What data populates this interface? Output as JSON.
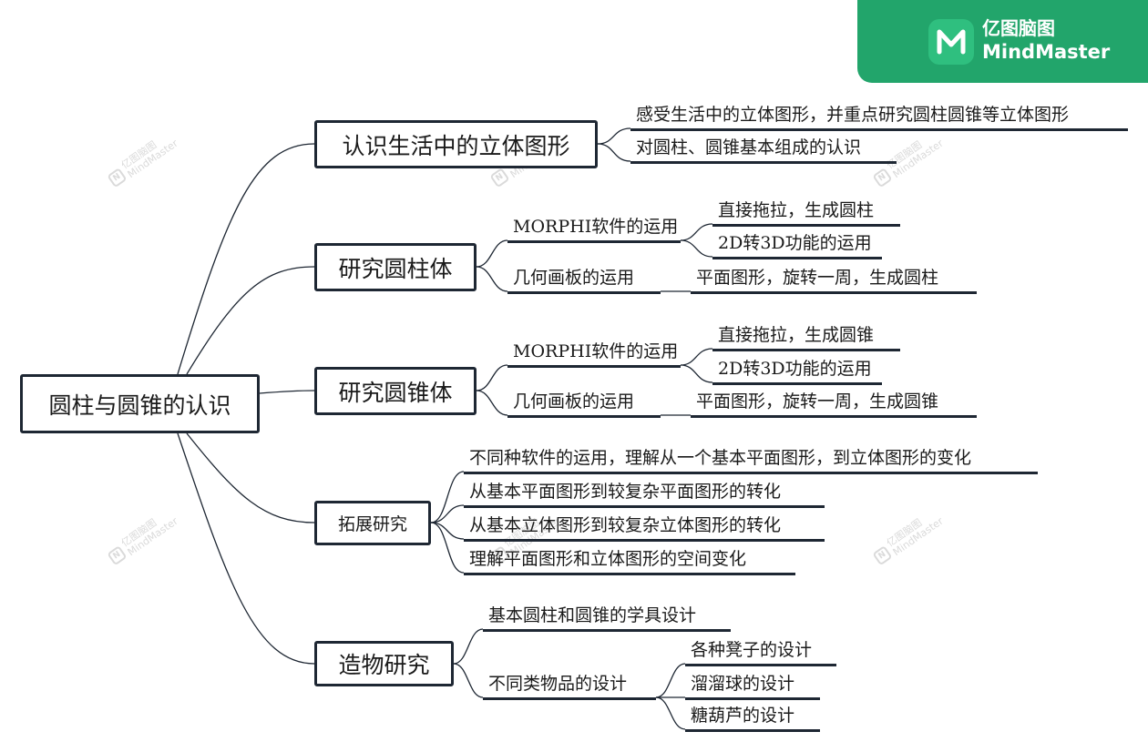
{
  "brand": {
    "name_cn": "亿图脑图",
    "name_en": "MindMaster",
    "color": "#22a56b",
    "icon": "mindmaster-logo-icon"
  },
  "watermark": {
    "line1": "亿图脑图",
    "line2": "MindMaster"
  },
  "mindmap": {
    "root": "圆柱与圆锥的认识",
    "branches": [
      {
        "label": "认识生活中的立体图形",
        "children": [
          "感受生活中的立体图形，并重点研究圆柱圆锥等立体图形",
          "对圆柱、圆锥基本组成的认识"
        ]
      },
      {
        "label": "研究圆柱体",
        "children": [
          {
            "label": "MORPHI软件的运用",
            "children": [
              "直接拖拉，生成圆柱",
              "2D转3D功能的运用"
            ]
          },
          {
            "label": "几何画板的运用",
            "children": [
              "平面图形，旋转一周，生成圆柱"
            ]
          }
        ]
      },
      {
        "label": "研究圆锥体",
        "children": [
          {
            "label": "MORPHI软件的运用",
            "children": [
              "直接拖拉，生成圆锥",
              "2D转3D功能的运用"
            ]
          },
          {
            "label": "几何画板的运用",
            "children": [
              "平面图形，旋转一周，生成圆锥"
            ]
          }
        ]
      },
      {
        "label": "拓展研究",
        "children": [
          "不同种软件的运用，理解从一个基本平面图形，到立体图形的变化",
          "从基本平面图形到较复杂平面图形的转化",
          "从基本立体图形到较复杂立体图形的转化",
          "理解平面图形和立体图形的空间变化"
        ]
      },
      {
        "label": "造物研究",
        "children": [
          "基本圆柱和圆锥的学具设计",
          {
            "label": "不同类物品的设计",
            "children": [
              "各种凳子的设计",
              "溜溜球的设计",
              "糖葫芦的设计"
            ]
          }
        ]
      }
    ]
  }
}
